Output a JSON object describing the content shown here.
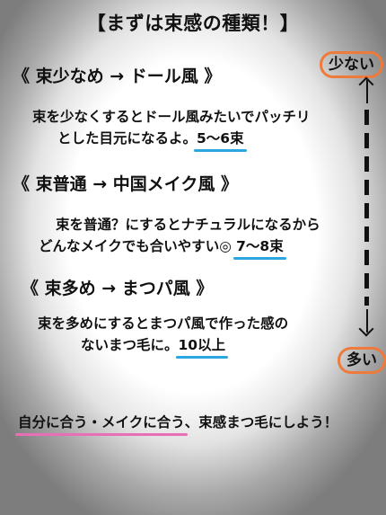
{
  "title": "【まずは束感の種類！】",
  "sections": [
    {
      "heading": "《 束少なめ → ドール風 》",
      "lines": [
        "束を少なくするとドール風みたいでパッチリ",
        "とした目元になるよ。"
      ],
      "count": "5〜6束"
    },
    {
      "heading": "《 束普通 → 中国メイク風 》",
      "lines": [
        "束を普通？にするとナチュラルになるから",
        "どんなメイクでも合いやすい◎ "
      ],
      "count": "7〜8束"
    },
    {
      "heading": "《 束多め → まつパ風 》",
      "lines": [
        "束を多めにするとまつパ風で作った感の",
        "ないまつ毛に。"
      ],
      "count": "10以上"
    }
  ],
  "scale": {
    "top_label": "少ない",
    "bottom_label": "多い"
  },
  "footer": {
    "highlight": "自分に合う・メイクに合う",
    "rest": "、束感まつ毛にしよう！"
  },
  "colors": {
    "badge_border": "#ee7a3c",
    "count_underline": "#2aa7e0",
    "footer_underline": "#e86fb5"
  }
}
